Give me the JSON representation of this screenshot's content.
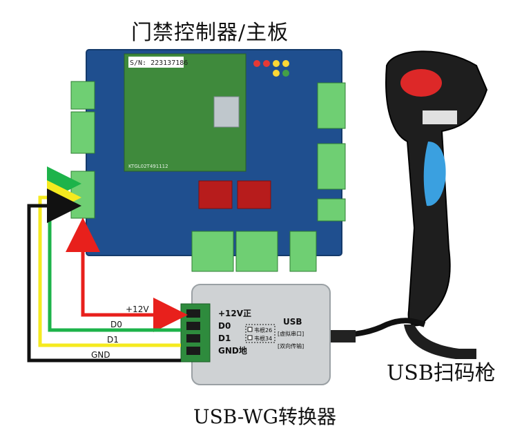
{
  "labels": {
    "controller_title": "门禁控制器/主板",
    "scanner_title": "USB扫码枪",
    "converter_title": "USB-WG转换器"
  },
  "board": {
    "serial_label": "S/N: 223137186",
    "module_code": "KTGL02T491112"
  },
  "wires": [
    {
      "label": "+12V",
      "color": "#e8201c"
    },
    {
      "label": "D0",
      "color": "#1db34a"
    },
    {
      "label": "D1",
      "color": "#f5ea1f"
    },
    {
      "label": "GND",
      "color": "#111111"
    }
  ],
  "converter": {
    "pins": [
      "+12V正",
      "D0",
      "D1",
      "GND地"
    ],
    "usb_label": "USB",
    "usb_sub1": "[虚拟串口]",
    "usb_sub2": "[双向传输]",
    "opt1": "韦根26",
    "opt2": "韦根34"
  },
  "colors": {
    "board": "#1f4f8f",
    "terminal": "#6fcf73",
    "module": "#3f8a3c",
    "scanner_body": "#1e1e1e",
    "scanner_accent": "#3aa0e0",
    "laser": "#ff2a2a",
    "converter_case": "#cfd2d4"
  }
}
